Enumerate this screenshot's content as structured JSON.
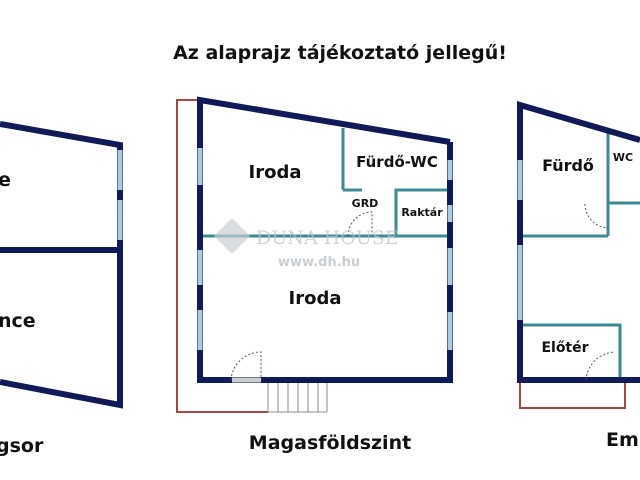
{
  "title": "Az alaprajz tájékoztató jellegű!",
  "watermark": {
    "brand": "DUNA HOUSE",
    "url": "www.dh.hu"
  },
  "colors": {
    "outer_wall": "#0f1a57",
    "inner_wall": "#3d8a94",
    "window": "#a9cbe0",
    "terrace": "#a04a40"
  },
  "floors": [
    {
      "name": "gsor",
      "rooms": [
        "e",
        "nce"
      ]
    },
    {
      "name": "Magasföldszint",
      "rooms": [
        "Iroda",
        "Fürdő-WC",
        "GRD",
        "Raktár",
        "Iroda"
      ]
    },
    {
      "name": "Em",
      "rooms": [
        "Fürdő",
        "WC",
        "Előtér"
      ]
    }
  ]
}
